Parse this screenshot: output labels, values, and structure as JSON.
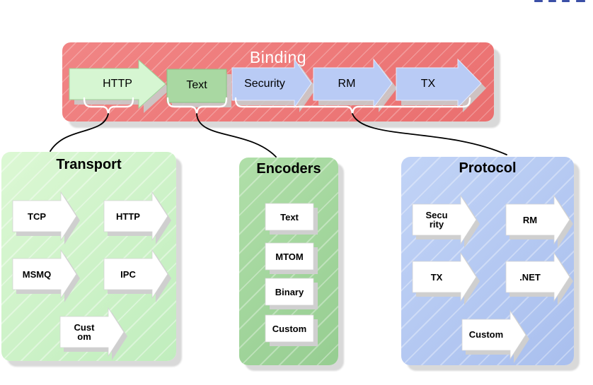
{
  "binding": {
    "title": "Binding",
    "items": [
      {
        "label": "HTTP"
      },
      {
        "label": "Text"
      },
      {
        "label": "Security"
      },
      {
        "label": "RM"
      },
      {
        "label": "TX"
      }
    ]
  },
  "groups": [
    {
      "title": "Transport",
      "items": [
        {
          "label": "TCP"
        },
        {
          "label": "HTTP"
        },
        {
          "label": "MSMQ"
        },
        {
          "label": "IPC"
        },
        {
          "label": "Cust\nom"
        }
      ]
    },
    {
      "title": "Encoders",
      "items": [
        {
          "label": "Text"
        },
        {
          "label": "MTOM"
        },
        {
          "label": "Binary"
        },
        {
          "label": "Custom"
        }
      ]
    },
    {
      "title": "Protocol",
      "items": [
        {
          "label": "Secu\nrity"
        },
        {
          "label": "RM"
        },
        {
          "label": "TX"
        },
        {
          "label": ".NET"
        },
        {
          "label": "Custom"
        }
      ]
    }
  ],
  "colors": {
    "binding_fill": "#ee7a7a",
    "transport_fill": "#cdf2c7",
    "encoders_fill": "#a3d69d",
    "protocol_fill": "#b4c9f1",
    "http_arrow_fill": "#d6f6d2",
    "text_rect_fill": "#a9d8a2",
    "blue_arrow_fill": "#b9cbf5",
    "white_arrow_fill": "#ffffff",
    "shadow_gray": "#cccccc",
    "fragment_blue": "#3b4fa6"
  }
}
